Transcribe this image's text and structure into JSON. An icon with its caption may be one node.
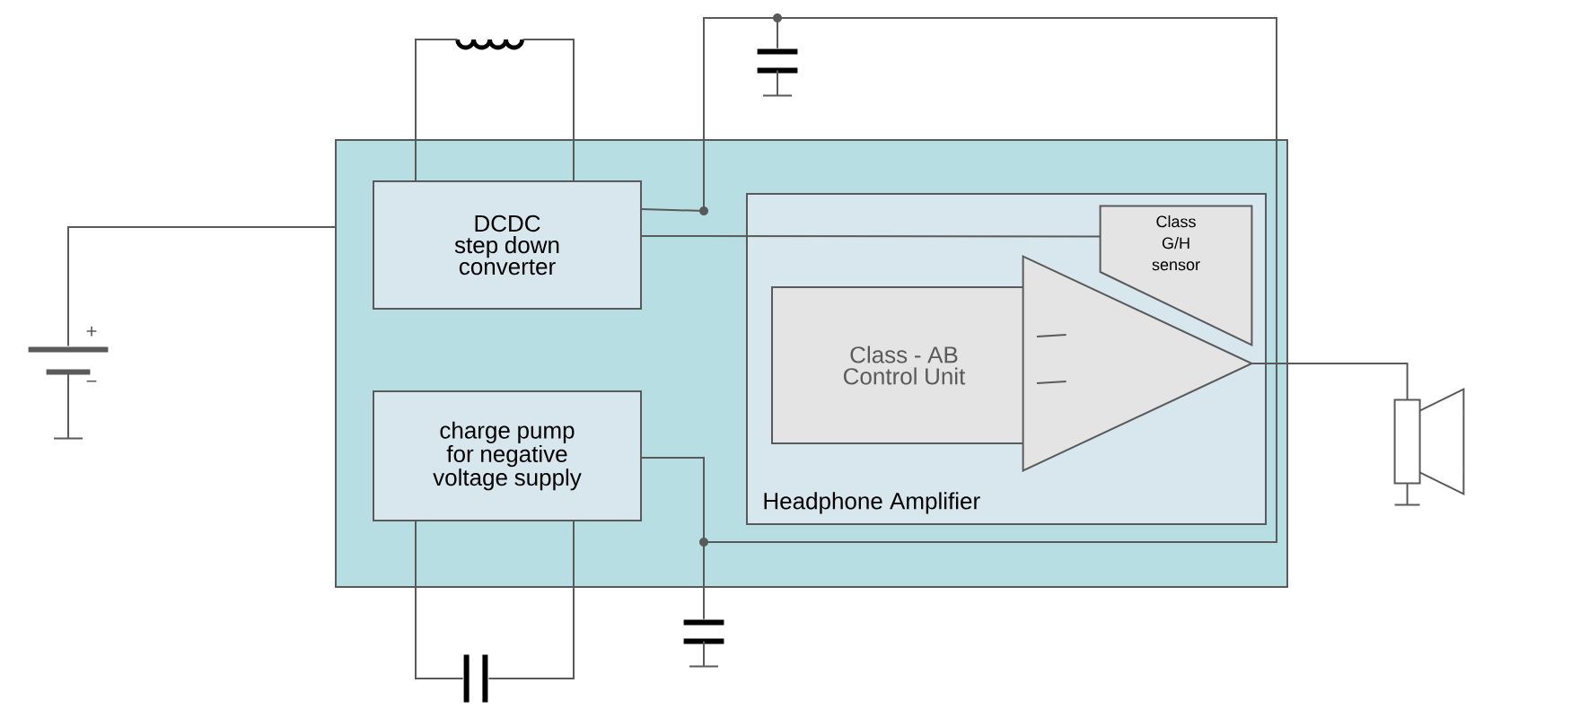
{
  "diagram": {
    "nodes": [
      {
        "text": [],
        "shape": "box"
      },
      {
        "text": [
          "DCDC step down converter"
        ],
        "in": 0
      },
      {
        "text": [
          "charge pump for negative voltage supply"
        ],
        "in": 0
      },
      {
        "text": [
          "Headphone Amplifier"
        ],
        "in": 0
      },
      {
        "text": [
          "Class - AB Control Unit"
        ],
        "in": 3
      },
      {
        "text": [],
        "shape": "triangle",
        "in": 3
      },
      {
        "text": [
          "Class G/H sensor"
        ],
        "in": 3
      },
      {
        "text": [],
        "shape": "picture"
      },
      {
        "text": [],
        "shape": "picture"
      },
      {
        "text": [],
        "shape": "picture"
      },
      {
        "text": [],
        "shape": "picture"
      },
      {
        "text": [],
        "shape": "picture"
      },
      {
        "text": [],
        "shape": "picture"
      }
    ],
    "edges": [
      {
        "from": 1,
        "to": 7,
        "arrow": "none"
      },
      {
        "from": 1,
        "to": 7,
        "arrow": "none"
      },
      {
        "from": 9,
        "to": 0,
        "arrow": "none"
      },
      {
        "from": 1,
        "to": 8,
        "arrow": "none"
      },
      {
        "from": 8,
        "to": 10,
        "arrow": "none"
      },
      {
        "from": 2,
        "to": 10,
        "arrow": "none"
      },
      {
        "from": 1,
        "to": 6,
        "arrow": "none"
      },
      {
        "from": 2,
        "to": 11,
        "arrow": "none"
      },
      {
        "from": 2,
        "to": 11,
        "arrow": "none"
      },
      {
        "from": 4,
        "to": 5,
        "arrow": "none"
      },
      {
        "from": 4,
        "to": 5,
        "arrow": "none"
      },
      {
        "from": 5,
        "to": 12,
        "arrow": "none"
      }
    ],
    "labels": [
      "+",
      "−"
    ]
  }
}
